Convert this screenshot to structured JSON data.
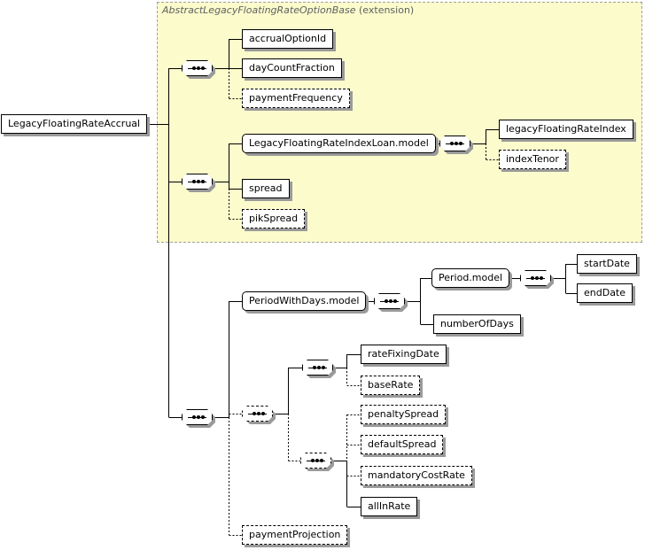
{
  "diagram": {
    "extension_base": "AbstractLegacyFloatingRateOptionBase",
    "extension_label": "(extension)",
    "root": "LegacyFloatingRateAccrual",
    "elements": {
      "accrualOptionId": "accrualOptionId",
      "dayCountFraction": "dayCountFraction",
      "paymentFrequency": "paymentFrequency",
      "loanModel": "LegacyFloatingRateIndexLoan.model",
      "legacyFloatingRateIndex": "legacyFloatingRateIndex",
      "indexTenor": "indexTenor",
      "spread": "spread",
      "pikSpread": "pikSpread",
      "periodWithDays": "PeriodWithDays.model",
      "periodModel": "Period.model",
      "startDate": "startDate",
      "endDate": "endDate",
      "numberOfDays": "numberOfDays",
      "rateFixingDate": "rateFixingDate",
      "baseRate": "baseRate",
      "penaltySpread": "penaltySpread",
      "defaultSpread": "defaultSpread",
      "mandatoryCostRate": "mandatoryCostRate",
      "allInRate": "allInRate",
      "paymentProjection": "paymentProjection"
    }
  }
}
